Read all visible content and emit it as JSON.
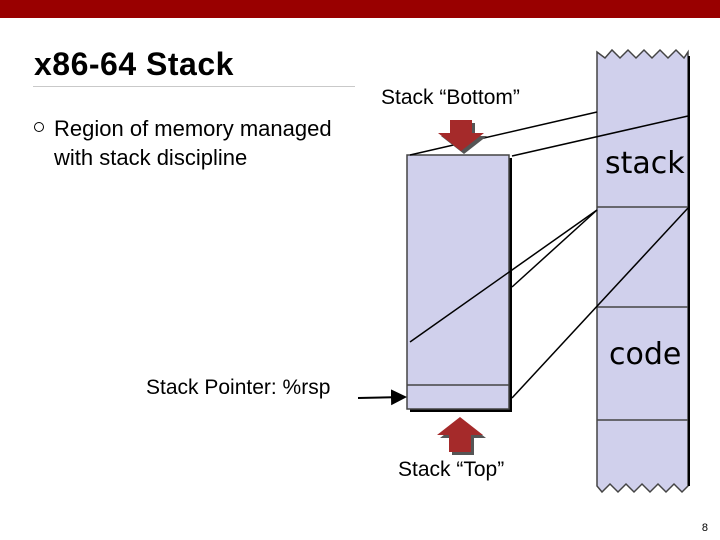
{
  "title": "x86-64 Stack",
  "bullet": "Region of memory managed with stack discipline",
  "labels": {
    "stack_bottom": "Stack “Bottom”",
    "stack_pointer": "Stack Pointer: %rsp",
    "stack_top": "Stack “Top”"
  },
  "memory": {
    "stack": "stack",
    "code": "code"
  },
  "page_number": "8",
  "colors": {
    "accent": "#990000",
    "stack_fill": "#d0d0ec",
    "arrow": "#a52a2a"
  }
}
